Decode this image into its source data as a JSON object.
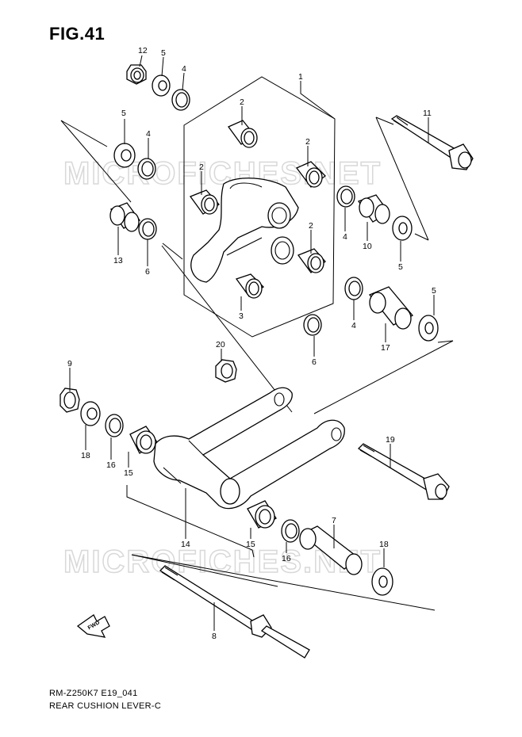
{
  "figure": {
    "title": "FIG.41",
    "model_code": "RM-Z250K7 E19_041",
    "part_name": "REAR CUSHION LEVER-C"
  },
  "watermark": "MICROFICHES.NET",
  "fwd_arrow_label": "FWD",
  "callouts": {
    "c12": "12",
    "c5a": "5",
    "c4a": "4",
    "c1": "1",
    "c2a": "2",
    "c5b": "5",
    "c4b": "4",
    "c2b": "2",
    "c2c": "2",
    "c11": "11",
    "c13": "13",
    "c6a": "6",
    "c4c": "4",
    "c10": "10",
    "c5c": "5",
    "c2d": "2",
    "c3": "3",
    "c4d": "4",
    "c5d": "5",
    "c17": "17",
    "c6b": "6",
    "c20": "20",
    "c9": "9",
    "c18a": "18",
    "c16a": "16",
    "c15a": "15",
    "c19": "19",
    "c14": "14",
    "c15b": "15",
    "c7": "7",
    "c16b": "16",
    "c18b": "18",
    "c8": "8"
  }
}
